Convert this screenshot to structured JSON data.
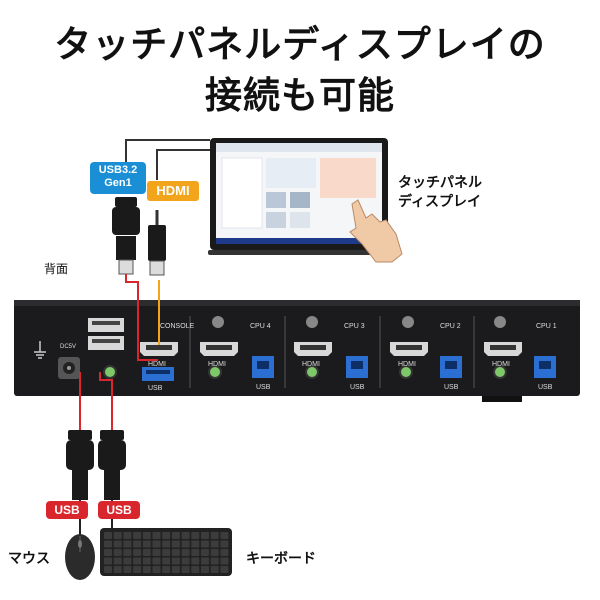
{
  "headline": {
    "line1": "タッチパネルディスプレイの",
    "line2": "接続も可能"
  },
  "labels": {
    "usb_cable": "USB3.2\nGen1",
    "hdmi_cable": "HDMI",
    "touch_display": "タッチパネル\nディスプレイ",
    "rear": "背面",
    "usb_left": "USB",
    "usb_right": "USB",
    "mouse": "マウス",
    "keyboard": "キーボード"
  },
  "device": {
    "dc_label": "DC5V",
    "console_label": "CONSOLE",
    "port_hdmi": "HDMI",
    "port_usb": "USB",
    "cpus": [
      "CPU 4",
      "CPU 3",
      "CPU 2",
      "CPU 1"
    ]
  },
  "colors": {
    "usb_tag": "#1a8fd6",
    "hdmi_tag": "#f2a51a",
    "usb_device_tag": "#d8262c",
    "usb_line": "#d8262c",
    "hdmi_line": "#f2a51a",
    "usb3_port": "#2a6fd1"
  }
}
